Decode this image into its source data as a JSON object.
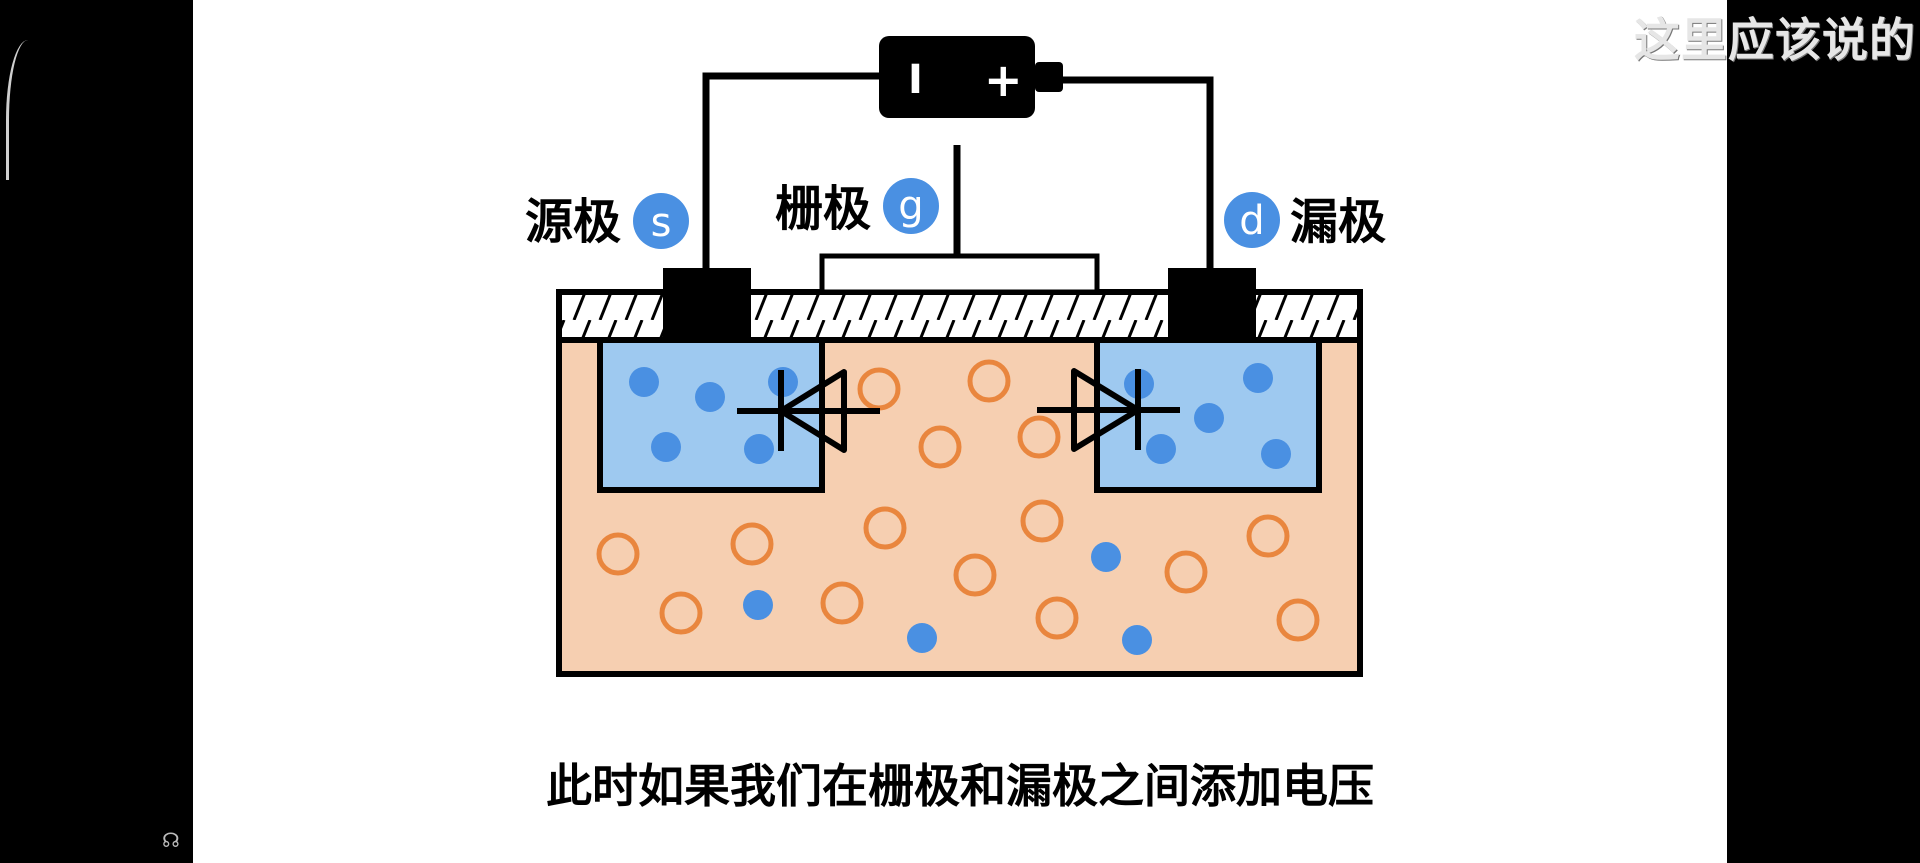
{
  "labels": {
    "source": "源极",
    "source_letter": "s",
    "gate": "栅极",
    "gate_letter": "g",
    "drain": "漏极",
    "drain_letter": "d"
  },
  "battery": {
    "minus": "I",
    "plus": "+"
  },
  "subtitle": "此时如果我们在栅极和漏极之间添加电压",
  "danmaku": "这里应该说的",
  "colors": {
    "substrate": "#f6cfb1",
    "region": "#9ec9f0",
    "electron": "#4a90e2",
    "hole": "#e9863e",
    "frame": "#000000",
    "page": "#ffffff"
  }
}
